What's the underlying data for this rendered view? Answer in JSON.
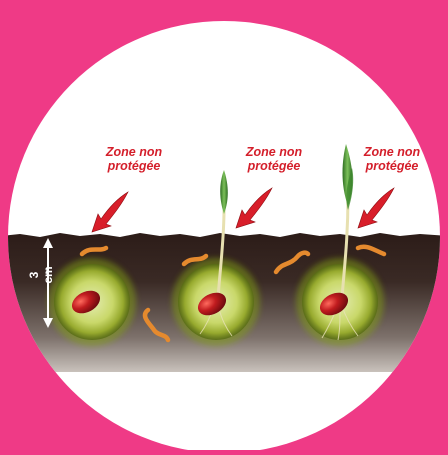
{
  "labels": {
    "zone1": "Zone non\nprotégée",
    "zone2": "Zone non\nprotégée",
    "zone3": "Zone non\nprotégée",
    "depth": "3 cm"
  },
  "colors": {
    "background": "#ef3a86",
    "soil_dark": "#2c1c18",
    "soil_light": "#a39892",
    "label_red": "#d41f2b",
    "arrow_red": "#d81e2a",
    "protection_halo": "#c8d74a",
    "seed": "#b2161c",
    "worm": "#e58a2e",
    "leaf": "#3f8a2e"
  }
}
